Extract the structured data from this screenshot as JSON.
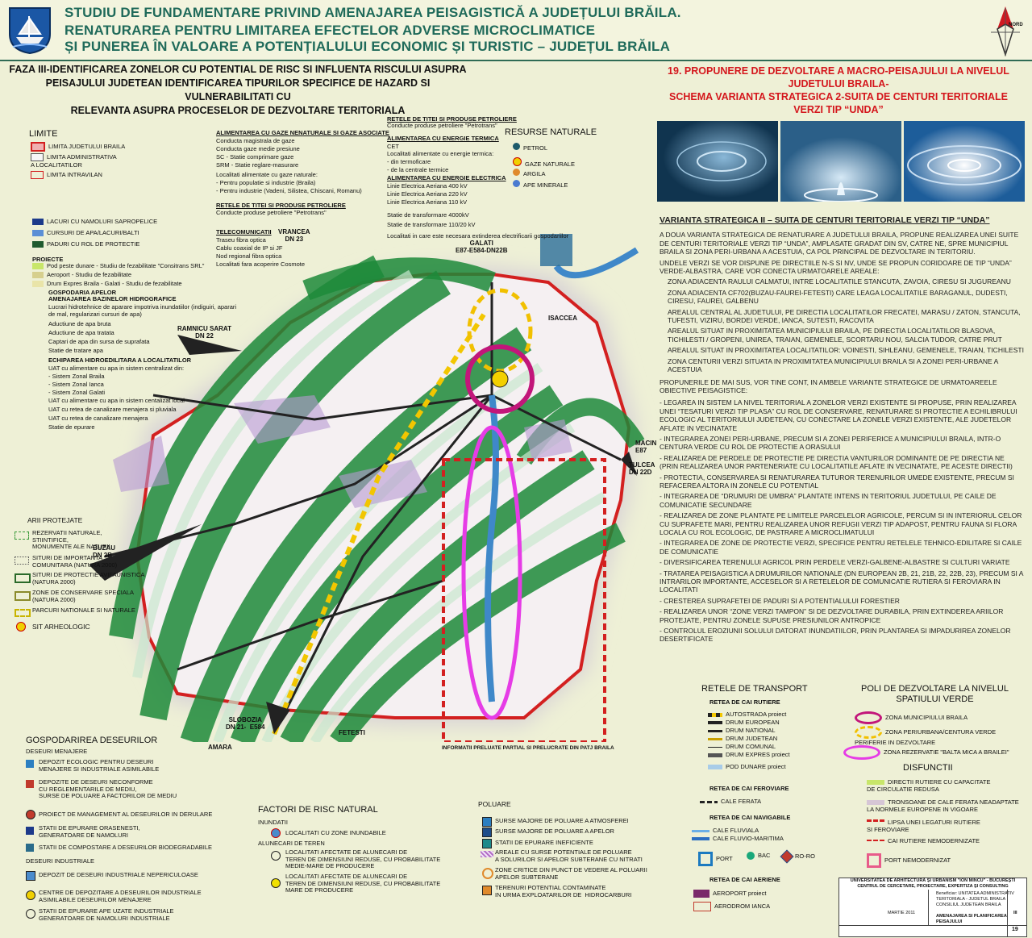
{
  "header": {
    "title_line1": "STUDIU DE FUNDAMENTARE PRIVIND AMENAJAREA PEISAGISTICĂ A JUDEȚULUI BRĂILA.",
    "title_line2": "RENATURAREA PENTRU LIMITAREA EFECTELOR  ADVERSE MICROCLIMATICE",
    "title_line3": "ȘI PUNEREA ÎN VALOARE  A POTENȚIALULUI ECONOMIC ȘI TURISTIC – JUDEȚUL BRĂILA",
    "north": "NORD"
  },
  "phase": {
    "line1": "FAZA III-IDENTIFICAREA ZONELOR CU POTENTIAL DE RISC SI  INFLUENTA RISCULUI ASUPRA",
    "line2": "PEISAJULUI JUDETEAN IDENTIFICAREA TIPURILOR SPECIFICE DE HAZARD SI VULNERABILITATI CU",
    "line3": "RELEVANTA ASUPRA PROCESELOR DE DEZVOLTARE TERITORIALA"
  },
  "proposal": {
    "line1": "19. PROPUNERE DE DEZVOLTARE A MACRO-PEISAJULUI LA NIVELUL",
    "line2": "JUDETULUI BRAILA-",
    "line3": "SCHEMA VARIANTA STRATEGICA 2-SUITA DE CENTURI TERITORIALE",
    "line4": "VERZI TIP  “UNDA”"
  },
  "strategy": {
    "title": "VARIANTA STRATEGICA II – SUITA DE CENTURI  TERITORIALE VERZI TIP  “UNDA”",
    "p1": "A DOUA VARIANTA STRATEGICA DE RENATURARE A JUDETULUI BRAILA, PROPUNE REALIZAREA UNEI SUITE DE CENTURI  TERITORIALE VERZI TIP “UNDA”, AMPLASATE GRADAT DIN SV, CATRE NE, SPRE MUNICIPIUL BRAILA SI ZONA PERI-URBANA A ACESTUIA, CA POL PRINCIPAL DE DEZVOLTARE IN TERITORIU.",
    "p2": "UNDELE VERZI SE VOR DISPUNE PE DIRECTIILE N-S SI NV, UNDE SE PROPUN CORIDOARE DE TIP “UNDA” VERDE-ALBASTRA, CARE VOR CONECTA URMATOARELE AREALE:",
    "bullets": [
      "ZONA ADIACENTA RAULUI CALMATUI, INTRE LOCALITATILE STANCUTA, ZAVOIA, CIRESU SI JUGUREANU",
      "ZONA ADIACENTA CF702(BUZAU-FAUREI-FETESTI) CARE LEAGA LOCALITATILE BARAGANUL, DUDESTI, CIRESU, FAUREI, GALBENU",
      "AREALUL CENTRAL AL JUDETULUI, PE DIRECTIA LOCALITATILOR FRECATEI, MARASU / ZATON, STANCUTA, TUFESTI, VIZIRU, BORDEI VERDE, IANCA, SUTESTI, RACOVITA",
      "AREALUL SITUAT IN PROXIMITATEA MUNICIPIULUI BRAILA, PE DIRECTIA LOCALITATILOR BLASOVA, TICHILESTI / GROPENI, UNIREA, TRAIAN, GEMENELE, SCORTARU NOU, SALCIA TUDOR, CATRE PRUT",
      "AREALUL SITUAT IN PROXIMITATEA LOCALITATILOR: VOINESTI, SIHLEANU, GEMENELE, TRAIAN, TICHILESTI",
      "ZONA CENTURII VERZI SITUATA IN PROXIMITATEA MUNICIPIULUI BRAILA SI A ZONEI PERI-URBANE A ACESTUIA"
    ],
    "p3": "PROPUNERILE DE MAI SUS, VOR TINE CONT, IN AMBELE VARIANTE STRATEGICE DE URMATOAREELE OBIECTIVE PEISAGISTICE:",
    "objectives": [
      "- LEGAREA IN SISTEM LA NIVEL TERITORIAL A ZONELOR VERZI EXISTENTE SI PROPUSE, PRIN REALIZAREA UNEI “TESATURI VERZI TIP PLASA” CU ROL DE CONSERVARE, RENATURARE SI PROTECTIE A ECHILIBRULUI ECOLOGIC AL TERITORIULUI JUDETEAN, CU CONECTARE LA ZONELE VERZI EXISTENTE, ALE JUDETELOR AFLATE IN VECINATATE",
      "- INTEGRAREA ZONEI PERI-URBANE, PRECUM SI A ZONEI PERIFERICE A MUNICIPIULUI BRAILA, INTR-O CENTURA VERDE CU ROL DE PROTECTIE A ORASULUI",
      "- REALIZAREA DE PERDELE DE PROTECTIE PE DIRECTIA VANTURILOR DOMINANTE DE PE DIRECTIA NE (PRIN REALIZAREA UNOR PARTENERIATE CU LOCALITATILE AFLATE IN VECINATATE, PE ACESTE DIRECTII)",
      "- PROTECTIA, CONSERVAREA SI RENATURAREA TUTUROR TERENURILOR UMEDE EXISTENTE, PRECUM SI REFACEREA ALTORA IN ZONELE CU POTENTIAL",
      "- INTEGRAREA DE “DRUMURI DE UMBRA” PLANTATE INTENS IN TERITORIUL JUDETULUI, PE CAILE DE COMUNICATIE SECUNDARE",
      "- REALIZAREA DE ZONE PLANTATE PE LIMITELE PARCELELOR AGRICOLE, PERCUM SI IN INTERIORUL CELOR CU SUPRAFETE MARI, PENTRU REALIZAREA UNOR REFUGII VERZI TIP ADAPOST, PENTRU FAUNA SI FLORA LOCALA CU ROL ECOLOGIC, DE PASTRARE A MICROCLIMATULUI",
      "- INTEGRAREA DE ZONE DE PROTECTIE VERZI, SPECIFICE PENTRU RETELELE TEHNICO-EDILITARE SI CAILE DE COMUNICATIE",
      "- DIVERSIFICAREA TERENULUI AGRICOL PRIN PERDELE VERZI-GALBENE-ALBASTRE SI CULTURI VARIATE",
      "- TRATAREA PEISAGISTICA A DRUMURILOR NATIONALE (DN EUROPEAN 2B, 21, 21B, 22, 22B, 23), PRECUM SI A INTRARILOR IMPORTANTE, ACCESELOR SI A RETELELOR DE COMUNICATIE RUTIERA SI FEROVIARA IN LOCALITATI",
      "- CRESTEREA SUPRAFETEI DE PADURI SI A POTENTIALULUI FORESTIER",
      "- REALIZAREA UNOR “ZONE VERZI TAMPON” SI DE DEZVOLTARE DURABILA, PRIN EXTINDEREA ARIILOR PROTEJATE, PENTRU ZONELE SUPUSE PRESIUNILOR ANTROPICE",
      "- CONTROLUL EROZIUNII SOLULUI DATORAT INUNDATIILOR, PRIN PLANTAREA SI IMPADURIREA ZONELOR DESERTIFICATE"
    ]
  },
  "limite": {
    "title": "LIMITE",
    "items": [
      "LIMITA JUDETULUI BRAILA",
      "LIMITA ADMINISTRATIVA\nA LOCALITATILOR",
      "LIMITA INTRAVILAN"
    ]
  },
  "water_legend": [
    "LACURI CU NAMOLURI SAPROPELICE",
    "CURSURI DE APA/LACURI/BALTI",
    "PADURI CU ROL DE PROTECTIE"
  ],
  "projects": {
    "title": "PROIECTE",
    "items": [
      "Pod peste dunare - Studiu de fezabilitate \"Consitrans SRL\"",
      "Aeroport - Studiu de fezabilitate",
      "Drum Expres Braila - Galati - Studiu de fezabilitate"
    ]
  },
  "water_mgmt": {
    "title1": "GOSPODARIA APELOR",
    "title2": "AMENAJAREA BAZINELOR HIDROGRAFICE",
    "items": [
      "Lucrari hidrotehnice de aparare impotriva inundatiilor (indiguiri, aparari",
      "de mal, regularizari cursuri de apa)",
      "Aductiune de apa bruta",
      "Aductiune de apa tratata",
      "Captari de apa din sursa de suprafata",
      "Statie de tratare apa"
    ],
    "title3": "ECHIPAREA HIDROEDILITARA A LOCALITATILOR",
    "items2": [
      "UAT cu alimentare cu apa in sistem centralizat din:",
      "- Sistem Zonal Braila",
      "- Sistem Zonal Ianca",
      "- Sistem Zonal Galati",
      "UAT cu alimentare cu apa in sistem centalizat local",
      "UAT cu retea de canalizare menajera si pluviala",
      "UAT cu retea de canalizare menajera",
      "Statie de epurare"
    ]
  },
  "gas": {
    "title": "ALIMENTAREA CU GAZE NENATURALE SI GAZE ASOCIATE",
    "items": [
      "Conducta magistrala de gaze",
      "Conducta gaze medie presiune",
      "SC - Statie comprimare gaze",
      "SRM - Statie reglare-masurare",
      "Localitati alimentate cu gaze naturale:",
      "- Pentru populatie si industrie (Braila)",
      "- Pentru industrie (Vadeni, Silistea, Chiscani, Romanu)"
    ],
    "oil_title": "RETELE DE TITEI SI PRODUSE PETROLIERE",
    "oil_item": "Conducte produse petroliere \"Petrotrans\"",
    "tele_title": "TELECOMUNICATII",
    "tele_items": [
      "Traseu fibra optica",
      "Cablu coaxial de IP si JF",
      "Nod regional fibra optica",
      "Localitati fara acoperire Cosmote"
    ]
  },
  "energy": {
    "oil_title": "RETELE DE TITEI SI PRODUSE PETROLIERE",
    "oil_item": "Conducte produse petroliere \"Petrotrans\"",
    "thermal_title": "ALIMENTAREA CU ENERGIE TERMICA",
    "thermal_items": [
      "CET",
      "Localitati alimentate cu energie termica:",
      "- din termoficare",
      "- de la centrale termice"
    ],
    "el_title": "ALIMENTAREA CU ENERGIE ELECTRICA",
    "el_items": [
      "Linie Electrica Aeriana 400 kV",
      "Linie Electrica Aeriana 220 kV",
      "Linie Electrica Aeriana 110 kV",
      "Statie de transformare 4000kV",
      "Statie de transformare 110/20 kV",
      "Localitati in care este necesara extinderea electrificarii gospodariilor"
    ]
  },
  "resources": {
    "title": "RESURSE NATURALE",
    "items": [
      "PETROL",
      "GAZE NATURALE",
      "ARGILA",
      "APE MINERALE"
    ]
  },
  "protected": {
    "title": "ARII PROTEJATE",
    "items": [
      "REZERVATII NATURALE,\nSTIINTIFICE,\nMONUMENTE ALE NATURII",
      "SITURI DE IMPORTANTA\nCOMUNITARA (NATURA 2000)",
      "SITURI DE PROTECTIE AVIFAUNISTICA\n(NATURA 2000)",
      "ZONE DE CONSERVARE SPECIALA\n(NATURA 2000)",
      "PARCURI NATIONALE SI NATURALE"
    ],
    "arheo": "SIT ARHEOLOGIC"
  },
  "waste": {
    "title": "GOSPODARIREA DESEURILOR",
    "sub1": "DESEURI MENAJERE",
    "items1": [
      "DEPOZIT ECOLOGIC PENTRU DESEURI\nMENAJERE SI INDUSTRIALE ASIMILABILE",
      "DEPOZITE DE DESEURI NECONFORME\nCU REGLEMENTARILE DE MEDIU,\nSURSE DE POLUARE A FACTORILOR DE MEDIU",
      "PROIECT DE MANAGEMENT AL DESEURILOR IN DERULARE",
      "STATII DE EPURARE ORASENESTI,\nGENERATOARE DE NAMOLURI",
      "STATII DE COMPOSTARE A DESEURILOR BIODEGRADABILE"
    ],
    "sub2": "DESEURI INDUSTRIALE",
    "items2": [
      "DEPOZIT DE DESEURI INDUSTRIALE NEPERICULOASE",
      "CENTRE DE DEPOZITARE A DESEURILOR INDUSTRIALE\nASIMILABILE DESEURILOR MENAJERE",
      "STATII DE EPURARE APE UZATE INDUSTRIALE\nGENERATOARE DE NAMOLURI INDUSTRIALE"
    ]
  },
  "risk": {
    "title": "FACTORI DE RISC NATURAL",
    "sub1": "INUNDATII",
    "item1": "LOCALITATI CU ZONE INUNDABILE",
    "sub2": "ALUNECARI DE TEREN",
    "item2": "LOCALITATI AFECTATE DE ALUNECARI DE\nTEREN DE DIMENSIUNI REDUSE, CU PROBABILITATE\nMEDIE-MARE DE PRODUCERE",
    "item3": "LOCALITATI AFECTATE DE ALUNECARI DE\nTEREN DE DIMENSIUNI REDUSE, CU PROBABILITATE\nMARE DE PRODUCERE"
  },
  "pollution": {
    "title": "POLUARE",
    "items": [
      "SURSE MAJORE DE POLUARE A ATMOSFEREI",
      "SURSE MAJORE DE POLUARE A APELOR",
      "STATII DE EPURARE INEFICIENTE",
      "AREALE CU SURSE POTENTIALE DE POLUARE\nA SOLURILOR SI APELOR SUBTERANE CU NITRATI",
      "ZONE CRITICE DIN PUNCT DE VEDERE AL POLUARII\nAPELOR SUBTERANE",
      "TERENURI POTENTIAL CONTAMINATE\nIN URMA EXPLOATARILOR DE  HIDROCARBURI"
    ]
  },
  "transport": {
    "title": "RETELE DE TRANSPORT",
    "road_title": "RETEA DE CAI RUTIERE",
    "road_items": [
      "AUTOSTRADA proiect",
      "DRUM EUROPEAN",
      "DRUM NATIONAL",
      "DRUM JUDETEAN",
      "DRUM COMUNAL",
      "DRUM EXPRES proiect",
      "POD DUNARE  proiect"
    ],
    "rail_title": "RETEA DE CAI FEROVIARE",
    "rail_item": "CALE FERATA",
    "nav_title": "RETEA DE CAI NAVIGABILE",
    "nav_items": [
      "CALE FLUVIALA",
      "CALE FLUVIO-MARITIMA"
    ],
    "ports": [
      "PORT",
      "BAC",
      "RO-RO"
    ],
    "air_title": "RETEA DE CAI AERIENE",
    "air_items": [
      "AEROPORT proiect",
      "AERODROM IANCA"
    ]
  },
  "poles": {
    "title": "POLI DE DEZVOLTARE LA NIVELUL\nSPATIULUI VERDE",
    "items": [
      "ZONA MUNICIPIULUI BRAILA",
      "ZONA PERIURBANA/CENTURA VERDE\nPERIFERIE IN DEZVOLTARE",
      "ZONA REZERVATIE \"BALTA MICA A BRAILEI\""
    ]
  },
  "dysfunctions": {
    "title": "DISFUNCTII",
    "items": [
      "DIRECTII RUTIERE CU CAPACITATE\nDE CIRCULATIE REDUSA",
      "TRONSOANE DE CALE FERATA NEADAPTATE\nLA NORMELE EUROPENE IN VIGOARE",
      "LIPSA UNEI LEGATURI RUTIERE\nSI FEROVIARE",
      "CAI RUTIERE NEMODERNIZATE",
      "PORT NEMODERNIZAT"
    ]
  },
  "map_labels": {
    "vrancea": "VRANCEA\nDN 23",
    "galati": "GALATI\nE87-E584-DN22B",
    "isaccea": "ISACCEA",
    "ramnicu": "RAMNICU SARAT\nDN 22",
    "macin": "MACIN\nE87",
    "tulcea": "TULCEA\nDN 22D",
    "buzau": "BUZAU\nDN 2B",
    "amara": "AMARA",
    "slobozia": "SLOBOZIA\nDN 21-  E584",
    "fetesti": "FETESTI",
    "note": "INFORMATII PRELUATE PARTIAL SI PRELUCRATE DIN PATJ BRAILA"
  },
  "titleblock": {
    "univ": "UNIVERSITATEA DE ARHITECTURĂ ŞI URBANISM \"ION MINCU\" - BUCUREŞTI",
    "centre": "CENTRUL DE CERCETARE, PROIECTARE, EXPERTIZA ŞI CONSULTING",
    "beneficiar_label": "Beneficiar:",
    "beneficiar": "UNITATEA ADMINISTRATIV TERITORIALA - JUDETUL BRAILA",
    "consiliu": "CONSILIUL JUDETEAN BRAILA",
    "date": "MARTIE 2011",
    "plansa": "AMENAJAREA SI PLANIFICAREA PEISAJULUI",
    "sheet_no": "19",
    "phase": "III"
  }
}
